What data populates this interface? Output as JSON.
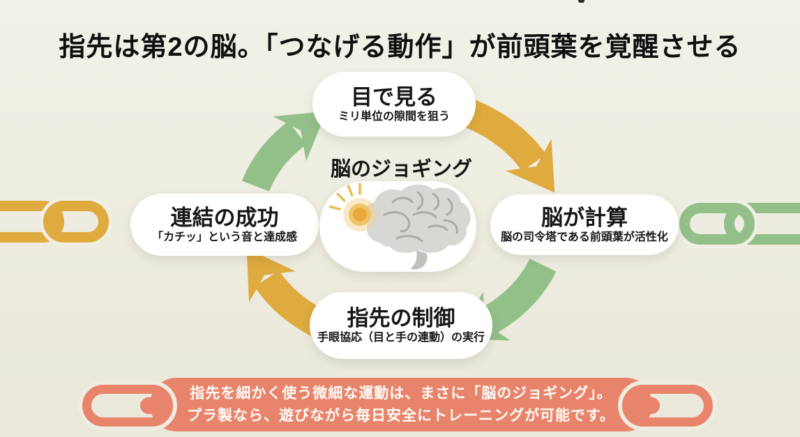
{
  "title": "指先は第2の脳。「つなげる動作」が前頭葉を覚醒させる",
  "center": {
    "label": "脳のジョギング",
    "icon": "brain-glow-icon"
  },
  "cycle": [
    {
      "position": "top",
      "title": "目で見る",
      "subtitle": "ミリ単位の隙間を狙う"
    },
    {
      "position": "right",
      "title": "脳が計算",
      "subtitle": "脳の司令塔である前頭葉が活性化"
    },
    {
      "position": "bottom",
      "title": "指先の制御",
      "subtitle": "手眼協応（目と手の連動）の実行"
    },
    {
      "position": "left",
      "title": "連結の成功",
      "subtitle": "「カチッ」という音と達成感"
    }
  ],
  "banner": {
    "line1": "指先を細かく使う微細な運動は、まさに「脳のジョギング」。",
    "line2": "プラ製なら、遊びながら毎日安全にトレーニングが可能です。"
  },
  "icons": {
    "left_chain": "chain-link-icon",
    "right_chain": "chain-link-icon",
    "banner_left": "chain-link-icon",
    "banner_right": "chain-link-icon",
    "center": "brain-glow-icon"
  },
  "colors": {
    "background": "#edecdf",
    "green": "#93c089",
    "gold": "#dfaa3e",
    "salmon": "#e8846c",
    "card": "#ffffff",
    "text": "#161616",
    "brain": "#d7d7d3",
    "brain_lines": "#aaaaa6",
    "brain_stem": "#c0c0bc",
    "glow": "#e8aa3c",
    "glow_mid": "#efbd52",
    "glow_outer": "#f3d18e",
    "ray": "#e7bd4e"
  }
}
